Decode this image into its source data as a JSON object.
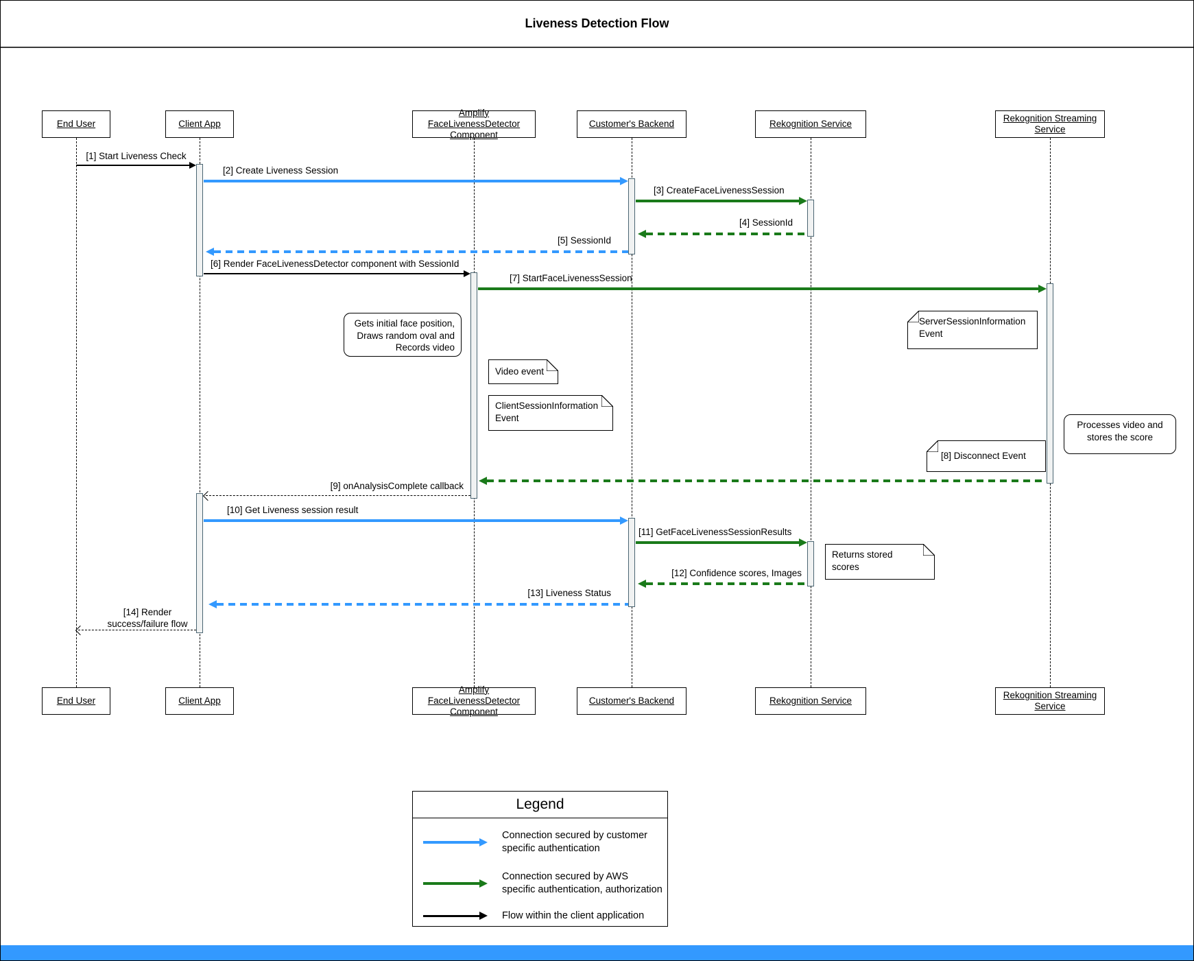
{
  "title": "Liveness Detection Flow",
  "actors": [
    {
      "id": "end-user",
      "label": "End User"
    },
    {
      "id": "client-app",
      "label": "Client App"
    },
    {
      "id": "amplify-facelivenessdetector-component",
      "label": "Amplify FaceLivenessDetector\nComponent"
    },
    {
      "id": "customers-backend",
      "label": "Customer's Backend"
    },
    {
      "id": "rekognition-service",
      "label": "Rekognition Service"
    },
    {
      "id": "rekognition-streaming-service",
      "label": "Rekognition Streaming\nService"
    }
  ],
  "messages": [
    {
      "n": 1,
      "label": "[1] Start Liveness Check",
      "from": "End User",
      "to": "Client App",
      "style": "client-flow solid"
    },
    {
      "n": 2,
      "label": "[2] Create Liveness Session",
      "from": "Client App",
      "to": "Customer's Backend",
      "style": "customer-auth solid"
    },
    {
      "n": 3,
      "label": "[3] CreateFaceLivenessSession",
      "from": "Customer's Backend",
      "to": "Rekognition Service",
      "style": "aws-auth solid"
    },
    {
      "n": 4,
      "label": "[4] SessionId",
      "from": "Rekognition Service",
      "to": "Customer's Backend",
      "style": "aws-auth dashed"
    },
    {
      "n": 5,
      "label": "[5] SessionId",
      "from": "Customer's Backend",
      "to": "Client App",
      "style": "customer-auth dashed"
    },
    {
      "n": 6,
      "label": "[6] Render FaceLivenessDetector component with SessionId",
      "from": "Client App",
      "to": "Amplify FaceLivenessDetector Component",
      "style": "client-flow solid"
    },
    {
      "n": 7,
      "label": "[7] StartFaceLivenessSession",
      "from": "Amplify FaceLivenessDetector Component",
      "to": "Rekognition Streaming Service",
      "style": "aws-auth solid"
    },
    {
      "n": 8,
      "label": "",
      "from": "Rekognition Streaming Service",
      "to": "Amplify FaceLivenessDetector Component",
      "style": "aws-auth dashed"
    },
    {
      "n": 9,
      "label": "[9] onAnalysisComplete callback",
      "from": "Amplify FaceLivenessDetector Component",
      "to": "Client App",
      "style": "client-flow dashed"
    },
    {
      "n": 10,
      "label": "[10] Get Liveness session result",
      "from": "Client App",
      "to": "Customer's Backend",
      "style": "customer-auth solid"
    },
    {
      "n": 11,
      "label": "[11] GetFaceLivenessSessionResults",
      "from": "Customer's Backend",
      "to": "Rekognition Service",
      "style": "aws-auth solid"
    },
    {
      "n": 12,
      "label": "[12] Confidence scores, Images",
      "from": "Rekognition Service",
      "to": "Customer's Backend",
      "style": "aws-auth dashed"
    },
    {
      "n": 13,
      "label": "[13] Liveness Status",
      "from": "Customer's Backend",
      "to": "Client App",
      "style": "customer-auth dashed"
    },
    {
      "n": 14,
      "label": "[14] Render\nsuccess/failure flow",
      "from": "Client App",
      "to": "End User",
      "style": "client-flow dashed"
    }
  ],
  "notes": {
    "gets_face_position": "Gets initial face position,\nDraws random oval and\nRecords video",
    "server_session_information": "ServerSessionInformation\nEvent",
    "video_event": "Video event",
    "client_session_information": "ClientSessionInformation\nEvent",
    "processes_video": "Processes video and\nstores the score",
    "disconnect_event": "[8] Disconnect Event",
    "returns_stored_scores": "Returns stored\nscores"
  },
  "legend": {
    "title": "Legend",
    "items": [
      {
        "label": "Connection secured by customer\nspecific authentication",
        "color": "#3399ff"
      },
      {
        "label": "Connection secured by AWS\nspecific authentication, authorization",
        "color": "#1a7a1a"
      },
      {
        "label": "Flow within the client application",
        "color": "#000000"
      }
    ]
  },
  "colors": {
    "customer_auth_arrow": "#3399ff",
    "aws_auth_arrow": "#1a7a1a",
    "client_flow_arrow": "#000000",
    "activation_fill": "#f0f2f2",
    "activation_border": "#4a6572",
    "bottom_bar": "#3399ff"
  }
}
